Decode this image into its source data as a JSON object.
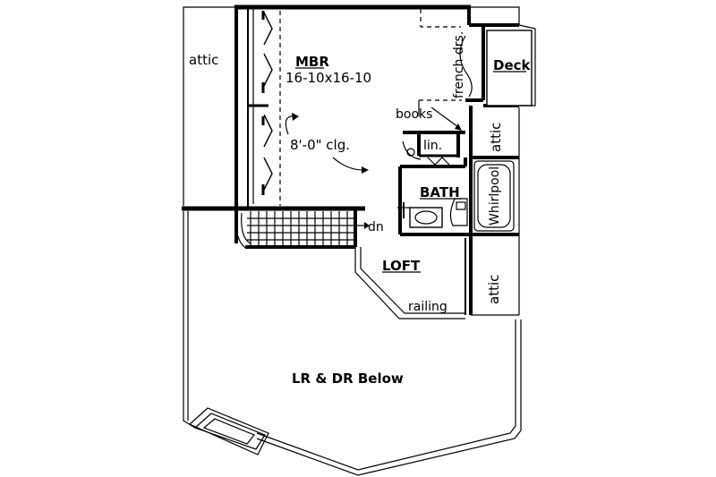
{
  "plan": {
    "rooms": {
      "mbr_name": "MBR",
      "mbr_size": "16-10x16-10",
      "ceiling": "8'-0\" clg.",
      "french_doors": "french drs.",
      "deck": "Deck",
      "books": "books",
      "linen": "lin.",
      "bath": "BATH",
      "whirlpool": "Whirlpool",
      "loft": "LOFT",
      "railing": "railing",
      "down": "dn",
      "below": "LR & DR Below"
    },
    "attics": [
      "attic",
      "attic",
      "attic"
    ]
  }
}
